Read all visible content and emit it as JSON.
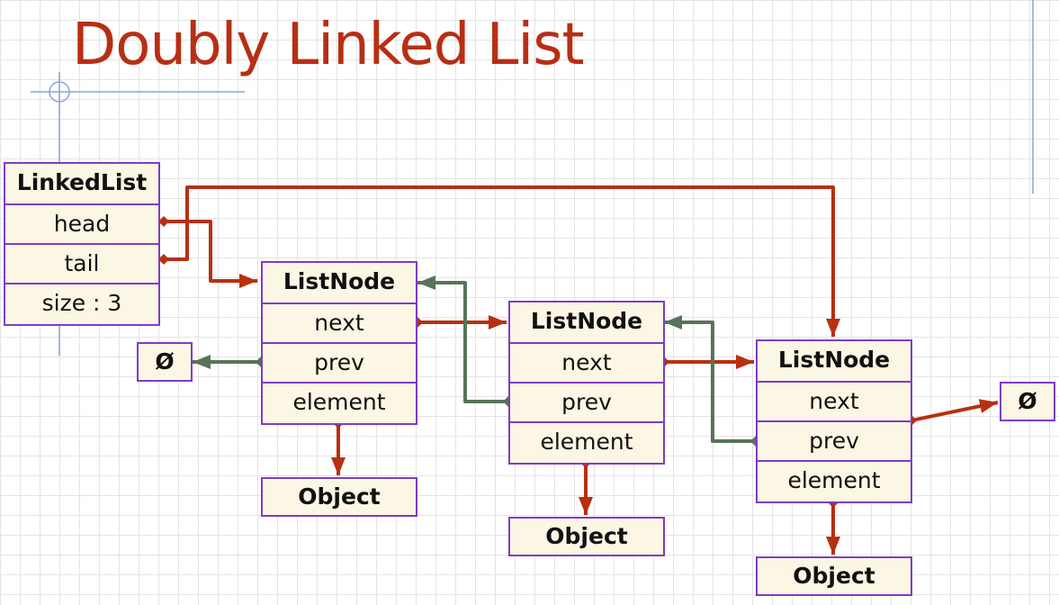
{
  "slide": {
    "title": "Doubly Linked List"
  },
  "linked_list": {
    "header": "LinkedList",
    "head_label": "head",
    "tail_label": "tail",
    "size_label": "size : 3"
  },
  "nodes": [
    {
      "header": "ListNode",
      "next": "next",
      "prev": "prev",
      "element": "element",
      "object": "Object"
    },
    {
      "header": "ListNode",
      "next": "next",
      "prev": "prev",
      "element": "element",
      "object": "Object"
    },
    {
      "header": "ListNode",
      "next": "next",
      "prev": "prev",
      "element": "element",
      "object": "Object"
    }
  ],
  "null_symbol": "Ø",
  "colors": {
    "title": "#b82e14",
    "forward_pointer": "#b8300f",
    "backward_pointer": "#587458",
    "box_border": "#7d3cc8",
    "box_fill": "#fcf6e4"
  }
}
